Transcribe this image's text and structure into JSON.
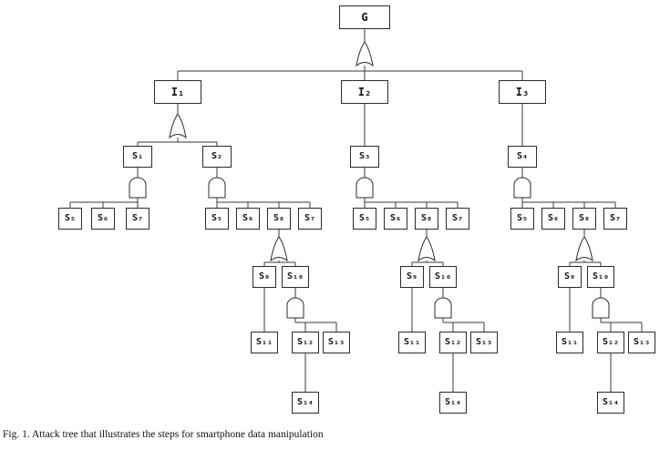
{
  "figure": {
    "caption": "Fig. 1.  Attack tree that illustrates the steps for smartphone data manipulation"
  },
  "labels": {
    "g": "G",
    "i1": "I₁",
    "i2": "I₂",
    "i3": "I₃",
    "s1": "S₁",
    "s2": "S₂",
    "s3": "S₃",
    "s4": "S₄",
    "s5": "S₅",
    "s6": "S₆",
    "s7": "S₇",
    "s8": "S₈",
    "s9": "S₉",
    "s10": "S₁₀",
    "s11": "S₁₁",
    "s12": "S₁₂",
    "s13": "S₁₃",
    "s14": "S₁₄"
  },
  "structure": {
    "type": "attack-tree",
    "root": "G",
    "gate_shapes": {
      "OR": "pointed-top curved-bottom",
      "AND": "dome flat-bottom"
    },
    "edges": [
      {
        "parent": "G",
        "gate": "OR",
        "children": [
          "I₁",
          "I₂",
          "I₃"
        ]
      },
      {
        "parent": "I₁",
        "gate": "OR",
        "children": [
          "S₁",
          "S₂"
        ]
      },
      {
        "parent": "I₂",
        "gate": "none",
        "children": [
          "S₃"
        ]
      },
      {
        "parent": "I₃",
        "gate": "none",
        "children": [
          "S₄"
        ]
      },
      {
        "parent": "S₁",
        "gate": "AND",
        "children": [
          "S₅",
          "S₆",
          "S₇"
        ]
      },
      {
        "parent": "S₂",
        "gate": "AND",
        "children": [
          "S₅",
          "S₆",
          "S₈",
          "S₇"
        ]
      },
      {
        "parent": "S₃",
        "gate": "AND",
        "children": [
          "S₅",
          "S₆",
          "S₈",
          "S₇"
        ]
      },
      {
        "parent": "S₄",
        "gate": "AND",
        "children": [
          "S₅",
          "S₆",
          "S₈",
          "S₇"
        ]
      },
      {
        "parent": "S₈",
        "gate": "OR",
        "children": [
          "S₉",
          "S₁₀"
        ]
      },
      {
        "parent": "S₉",
        "gate": "none",
        "children": [
          "S₁₁"
        ]
      },
      {
        "parent": "S₁₀",
        "gate": "AND",
        "children": [
          "S₁₂",
          "S₁₃"
        ]
      },
      {
        "parent": "S₁₂",
        "gate": "none",
        "children": [
          "S₁₄"
        ]
      }
    ]
  }
}
